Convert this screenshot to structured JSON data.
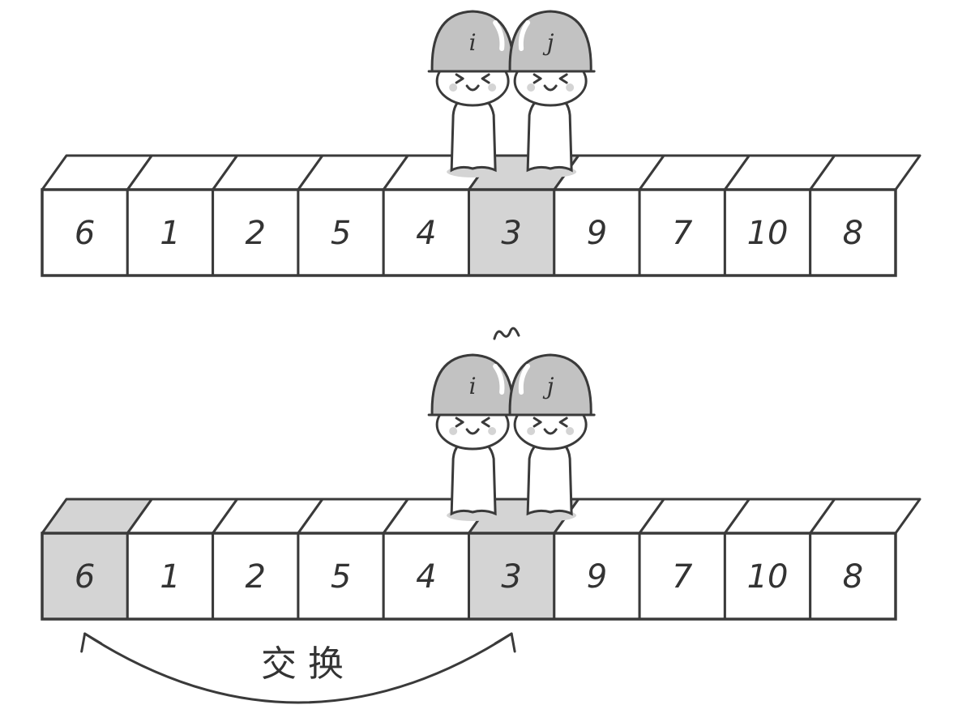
{
  "colors": {
    "line": "#3a3a3a",
    "highlight": "#d4d4d4",
    "helmet": "#c2c2c2",
    "background": "#ffffff"
  },
  "rows": [
    {
      "values": [
        "6",
        "1",
        "2",
        "5",
        "4",
        "3",
        "9",
        "7",
        "10",
        "8"
      ],
      "highlighted": [
        5
      ],
      "pointers": {
        "i_index": 5,
        "j_index": 5,
        "i_label": "i",
        "j_label": "j"
      }
    },
    {
      "values": [
        "6",
        "1",
        "2",
        "5",
        "4",
        "3",
        "9",
        "7",
        "10",
        "8"
      ],
      "highlighted": [
        0,
        5
      ],
      "pointers": {
        "i_index": 5,
        "j_index": 5,
        "i_label": "i",
        "j_label": "j"
      }
    }
  ],
  "swap": {
    "label": "交换",
    "from_index": 0,
    "to_index": 5
  }
}
